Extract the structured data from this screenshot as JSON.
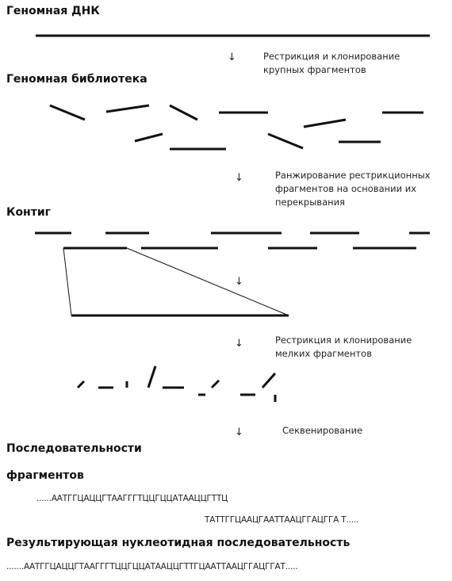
{
  "headings": {
    "genomic_dna": "Геномная ДНК",
    "genomic_library": "Геномная библиотека",
    "contig": "Контиг",
    "fragment_sequences_line1": "Последовательности",
    "fragment_sequences_line2": "фрагментов",
    "resulting_sequence": "Результирующая  нуклеотидная   последовательность"
  },
  "steps": {
    "step1_line1": "Рестрикция и клонирование",
    "step1_line2": "крупных фрагментов",
    "step2_line1": "Ранжирование рестрикционных",
    "step2_line2": "фрагментов на основании их",
    "step2_line3": "перекрывания",
    "step3_line1": "Рестрикция и клонирование",
    "step3_line2": "мелких фрагментов",
    "step4_line1": "Секвенирование"
  },
  "sequences": {
    "seq1": "......ААТГГЦАЦЦГТААГГГТЦЦГЦЦАТААЦЦГТТЦ",
    "seq2": "ТАТТГГЦААЦГААТТААЦГГАЦГГА Т.....",
    "result": ".......ААТГГЦАЦЦГТААГГГТЦЦГЦЦАТААЦЦГТТГЦААТТААЦГГАЦГГАТ....."
  },
  "arrow_icon": "↓",
  "colors": {
    "ink": "#111111",
    "background": "#ffffff"
  }
}
